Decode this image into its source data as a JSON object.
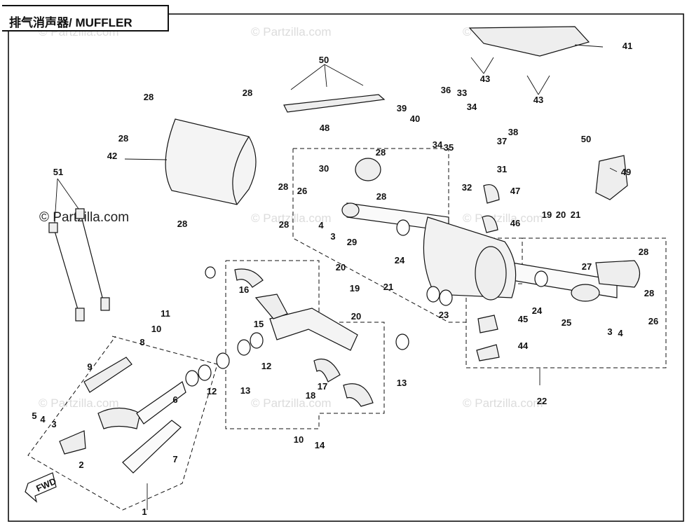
{
  "title": "排气消声器/ MUFFLER",
  "watermark_text": "© Partzilla.com",
  "callouts": [
    "1",
    "2",
    "3",
    "4",
    "5",
    "6",
    "7",
    "8",
    "9",
    "10",
    "11",
    "12",
    "13",
    "14",
    "15",
    "16",
    "17",
    "18",
    "19",
    "20",
    "21",
    "22",
    "23",
    "24",
    "25",
    "26",
    "27",
    "28",
    "29",
    "30",
    "31",
    "32",
    "33",
    "34",
    "35",
    "36",
    "37",
    "38",
    "39",
    "40",
    "41",
    "42",
    "43",
    "44",
    "45",
    "46",
    "47",
    "48",
    "49",
    "50",
    "51"
  ],
  "fwd_label": "FWD"
}
